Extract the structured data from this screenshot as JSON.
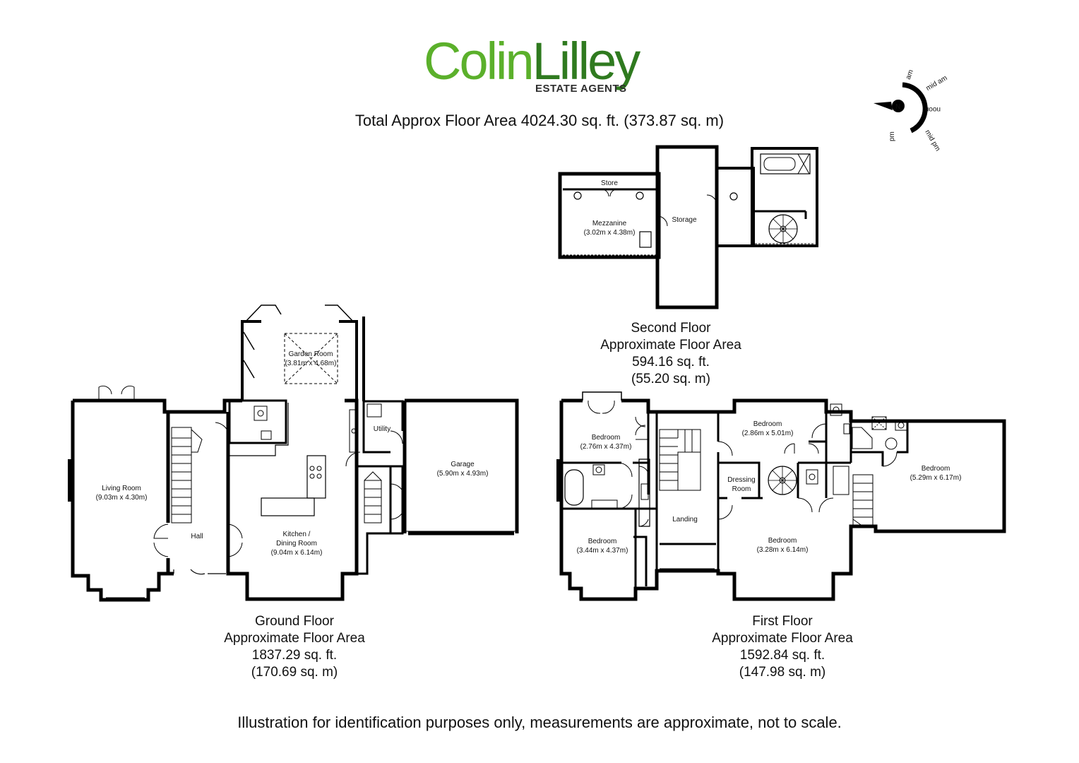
{
  "logo": {
    "brand_part1": "Colin",
    "brand_part2": "Lilley",
    "tagline": "ESTATE AGENTS"
  },
  "total_area": "Total Approx Floor Area 4024.30 sq. ft. (373.87 sq. m)",
  "compass": {
    "north": "N",
    "labels": [
      "am",
      "mid am",
      "noon",
      "mid pm",
      "pm"
    ]
  },
  "floors": {
    "second": {
      "name": "Second Floor",
      "area_label": "Approximate Floor Area",
      "sqft": "594.16 sq. ft.",
      "sqm": "(55.20 sq. m)"
    },
    "ground": {
      "name": "Ground Floor",
      "area_label": "Approximate Floor Area",
      "sqft": "1837.29 sq. ft.",
      "sqm": "(170.69 sq. m)"
    },
    "first": {
      "name": "First Floor",
      "area_label": "Approximate Floor Area",
      "sqft": "1592.84 sq. ft.",
      "sqm": "(147.98 sq. m)"
    }
  },
  "rooms": {
    "store": "Store",
    "mezzanine": "Mezzanine",
    "mezzanine_dim": "(3.02m x 4.38m)",
    "storage": "Storage",
    "garden_room": "Garden Room",
    "garden_room_dim": "(3.81m x 4.68m)",
    "living_room": "Living Room",
    "living_room_dim": "(9.03m x 4.30m)",
    "hall": "Hall",
    "kitchen": "Kitchen /",
    "dining_room": "Dining Room",
    "kitchen_dim": "(9.04m x 6.14m)",
    "utility": "Utility",
    "garage": "Garage",
    "garage_dim": "(5.90m x 4.93m)",
    "bedroom1": "Bedroom",
    "bedroom1_dim": "(2.76m x 4.37m)",
    "bedroom2": "Bedroom",
    "bedroom2_dim": "(2.86m x 5.01m)",
    "bedroom3": "Bedroom",
    "bedroom3_dim": "(5.29m x 6.17m)",
    "dressing": "Dressing",
    "dressing2": "Room",
    "landing": "Landing",
    "bedroom4": "Bedroom",
    "bedroom4_dim": "(3.44m x 4.37m)",
    "bedroom5": "Bedroom",
    "bedroom5_dim": "(3.28m x 6.14m)"
  },
  "footer": "Illustration for identification purposes only, measurements are approximate, not to scale."
}
